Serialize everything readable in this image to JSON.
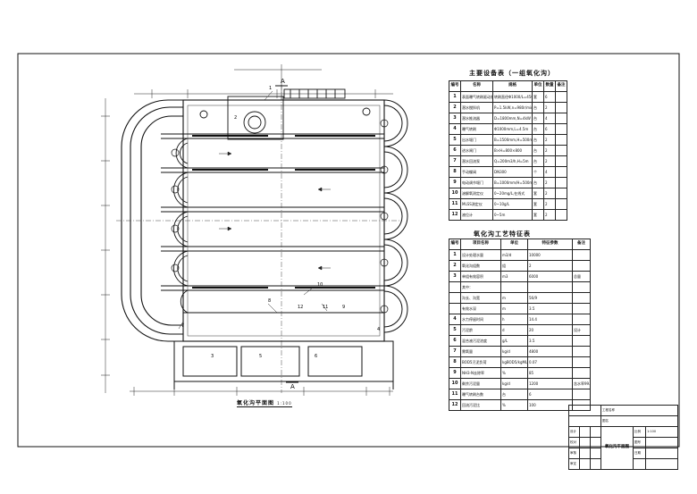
{
  "drawing": {
    "plan_title": "氧化沟平面图",
    "plan_scale": "1:100",
    "section_mark_top": "A",
    "section_mark_bottom": "A",
    "labels": {
      "l1": "1",
      "l2": "2",
      "l3": "3",
      "l4": "4",
      "l5": "5",
      "l6": "6",
      "l7": "7",
      "l8": "8",
      "l9": "9",
      "l10": "10",
      "l11": "11",
      "l12": "12"
    }
  },
  "equipment_table": {
    "title": "主要设备表（一组氧化沟）",
    "headers": [
      "编号",
      "名称",
      "规格",
      "单位",
      "数量",
      "备注"
    ],
    "rows": [
      [
        "1",
        "表面曝气转刷驱动装置",
        "转刷直径Φ1000/L=4500mm",
        "套",
        "6",
        ""
      ],
      [
        "2",
        "潜水搅拌机",
        "P=1.5kW,n=980r/min",
        "台",
        "2",
        ""
      ],
      [
        "3",
        "潜水推流器",
        "D=1800mm,N=4kW",
        "台",
        "4",
        ""
      ],
      [
        "4",
        "曝气转刷",
        "Φ1000mm,L=4.5m",
        "台",
        "6",
        ""
      ],
      [
        "5",
        "出水堰门",
        "B=1500mm,H=500mm",
        "台",
        "2",
        ""
      ],
      [
        "6",
        "进水闸门",
        "B×H=800×800",
        "台",
        "2",
        ""
      ],
      [
        "7",
        "潜水回流泵",
        "Q=200m3/h,H=5m",
        "台",
        "2",
        ""
      ],
      [
        "8",
        "手动蝶阀",
        "DN300",
        "个",
        "4",
        ""
      ],
      [
        "9",
        "电动调节堰门",
        "B=1000mm/H=500mm",
        "台",
        "2",
        ""
      ],
      [
        "10",
        "溶解氧测定仪",
        "0~20mg/L,在线式",
        "套",
        "2",
        ""
      ],
      [
        "11",
        "MLSS测定仪",
        "0~10g/L",
        "套",
        "2",
        ""
      ],
      [
        "12",
        "液位计",
        "0~5m",
        "套",
        "2",
        ""
      ]
    ]
  },
  "process_table": {
    "title": "氧化沟工艺特征表",
    "headers": [
      "编号",
      "项目名称",
      "单位",
      "特征参数",
      "备注"
    ],
    "rows": [
      [
        "1",
        "设计处理水量",
        "m3/d",
        "10000",
        ""
      ],
      [
        "2",
        "氧化沟组数",
        "组",
        "2",
        ""
      ],
      [
        "3",
        "单组有效容积",
        "m3",
        "6000",
        "总量"
      ],
      [
        "",
        "其中：",
        "",
        "",
        ""
      ],
      [
        "",
        "沟长、沟宽",
        "m",
        "56/9",
        ""
      ],
      [
        "",
        "有效水深",
        "m",
        "3.5",
        ""
      ],
      [
        "4",
        "水力停留时间",
        "h",
        "14.4",
        ""
      ],
      [
        "5",
        "污泥龄",
        "d",
        "20",
        "设计"
      ],
      [
        "6",
        "混合液污泥浓度",
        "g/L",
        "3.5",
        ""
      ],
      [
        "7",
        "需氧量",
        "kg/d",
        "4800",
        ""
      ],
      [
        "8",
        "BOD5污泥负荷",
        "kgBOD5/kgMLSS",
        "0.07",
        ""
      ],
      [
        "9",
        "NH3-N去除率",
        "%",
        "85",
        ""
      ],
      [
        "10",
        "剩余污泥量",
        "kg/d",
        "1200",
        "含水率99.2%"
      ],
      [
        "11",
        "曝气转刷台数",
        "台",
        "6",
        ""
      ],
      [
        "12",
        "回流污泥比",
        "%",
        "100",
        ""
      ]
    ]
  },
  "title_block": {
    "project_label": "工程名称",
    "drawing_label": "图名",
    "drawing_name": "氧化沟平面图",
    "design": "设计",
    "check": "校对",
    "review": "审核",
    "approve": "审定",
    "scale_label": "比例",
    "scale_value": "1:100",
    "sheet_label": "图号",
    "date_label": "日期"
  }
}
